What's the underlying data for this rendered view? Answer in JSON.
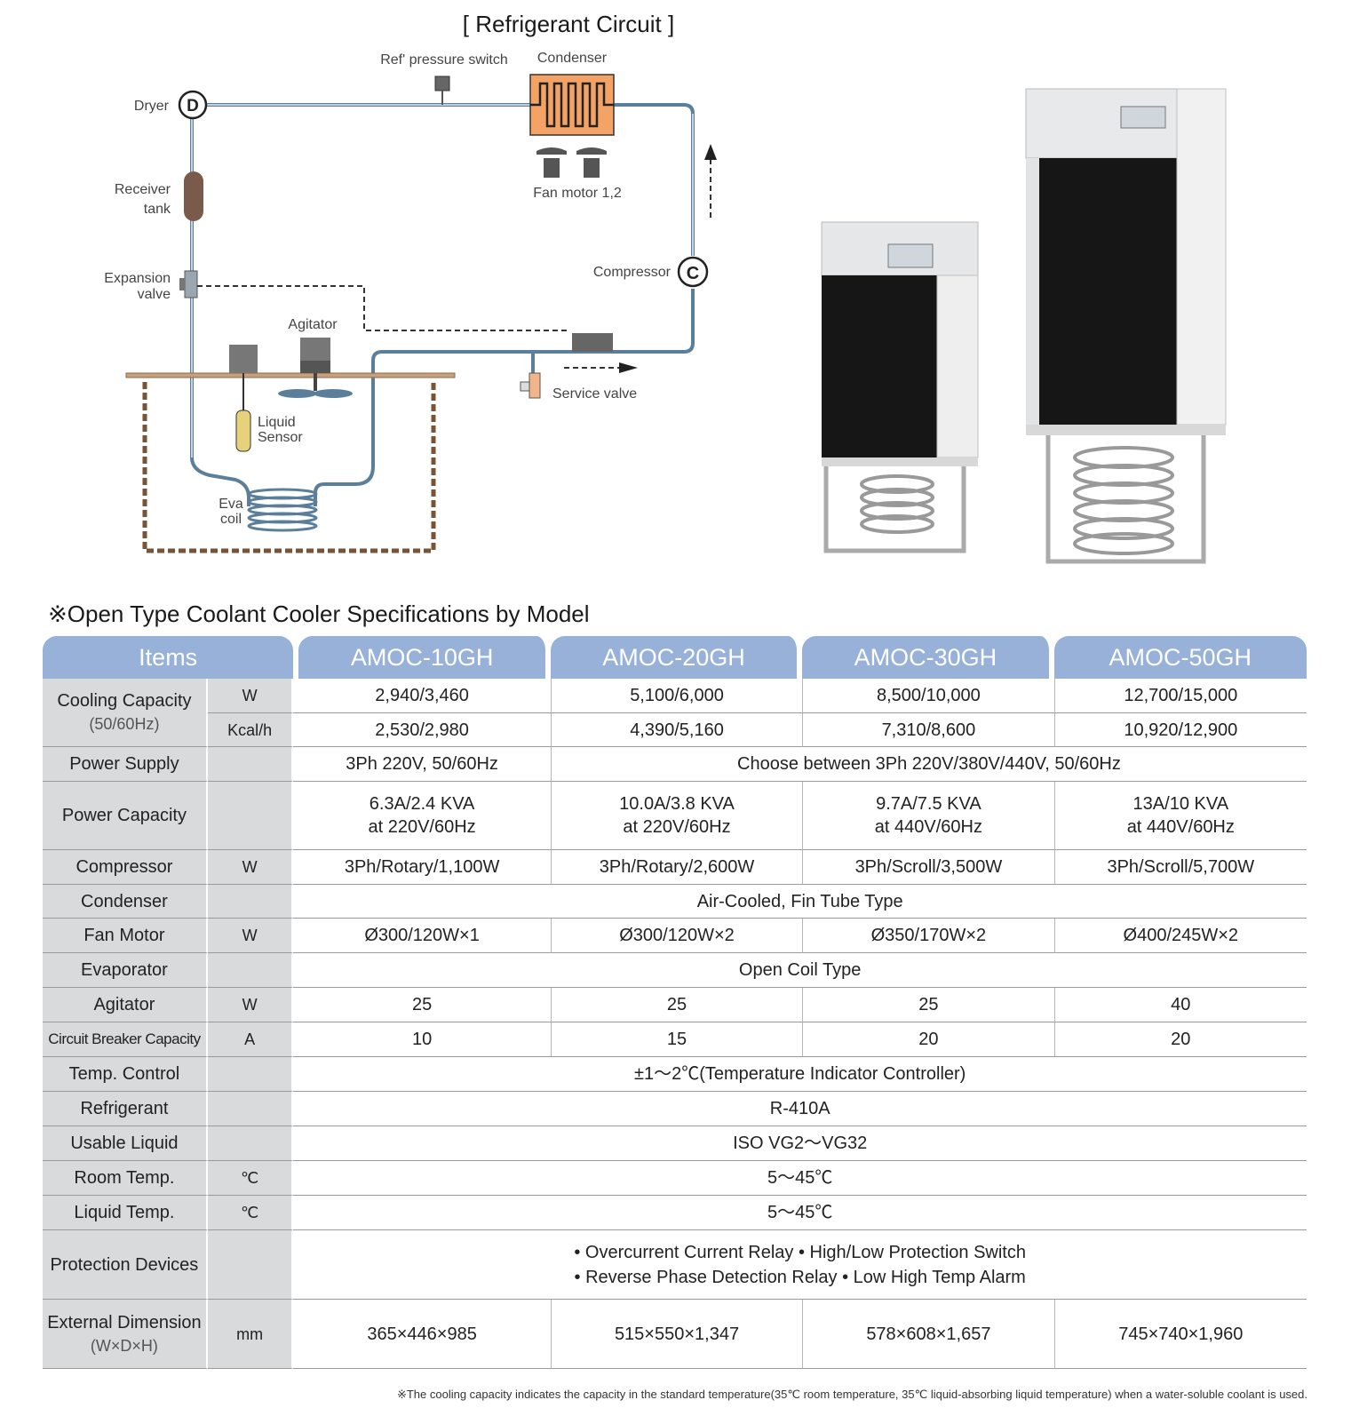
{
  "diagram": {
    "title": "[ Refrigerant Circuit ]",
    "labels": {
      "dryer": "Dryer",
      "dryer_symbol": "D",
      "receiver_1": "Receiver",
      "receiver_2": "tank",
      "expansion_1": "Expansion",
      "expansion_2": "valve",
      "pressure_switch": "Ref' pressure switch",
      "condenser": "Condenser",
      "fan_motor": "Fan motor 1,2",
      "compressor": "Compressor",
      "compressor_symbol": "C",
      "agitator": "Agitator",
      "liquid_sensor_1": "Liquid",
      "liquid_sensor_2": "Sensor",
      "service_valve": "Service valve",
      "eva_coil_1": "Eva",
      "eva_coil_2": "coil"
    },
    "colors": {
      "pipe": "#5b7f9a",
      "condenser": "#f4a365",
      "receiver": "#7a5a4a",
      "sensor": "#e6d27a"
    }
  },
  "spec": {
    "title": "※Open Type Coolant Cooler Specifications by Model",
    "headers": {
      "items": "Items",
      "m1": "AMOC-10GH",
      "m2": "AMOC-20GH",
      "m3": "AMOC-30GH",
      "m4": "AMOC-50GH"
    },
    "cooling": {
      "label": "Cooling Capacity",
      "sub": "(50/60Hz)",
      "unit_w": "W",
      "unit_kcal": "Kcal/h",
      "w": [
        "2,940/3,460",
        "5,100/6,000",
        "8,500/10,000",
        "12,700/15,000"
      ],
      "kcal": [
        "2,530/2,980",
        "4,390/5,160",
        "7,310/8,600",
        "10,920/12,900"
      ]
    },
    "power_supply": {
      "label": "Power Supply",
      "v1": "3Ph 220V, 50/60Hz",
      "v234": "Choose between 3Ph 220V/380V/440V, 50/60Hz"
    },
    "power_capacity": {
      "label": "Power Capacity",
      "a": [
        "6.3A/2.4 KVA",
        "10.0A/3.8 KVA",
        "9.7A/7.5 KVA",
        "13A/10 KVA"
      ],
      "b": [
        "at 220V/60Hz",
        "at 220V/60Hz",
        "at 440V/60Hz",
        "at 440V/60Hz"
      ]
    },
    "compressor": {
      "label": "Compressor",
      "unit": "W",
      "v": [
        "3Ph/Rotary/1,100W",
        "3Ph/Rotary/2,600W",
        "3Ph/Scroll/3,500W",
        "3Ph/Scroll/5,700W"
      ]
    },
    "condenser": {
      "label": "Condenser",
      "v": "Air-Cooled, Fin Tube Type"
    },
    "fan_motor": {
      "label": "Fan Motor",
      "unit": "W",
      "v": [
        "Ø300/120W×1",
        "Ø300/120W×2",
        "Ø350/170W×2",
        "Ø400/245W×2"
      ]
    },
    "evaporator": {
      "label": "Evaporator",
      "v": "Open Coil Type"
    },
    "agitator": {
      "label": "Agitator",
      "unit": "W",
      "v": [
        "25",
        "25",
        "25",
        "40"
      ]
    },
    "breaker": {
      "label": "Circuit Breaker Capacity",
      "unit": "A",
      "v": [
        "10",
        "15",
        "20",
        "20"
      ]
    },
    "temp_control": {
      "label": "Temp. Control",
      "v": "±1～2℃(Temperature Indicator Controller)"
    },
    "refrigerant": {
      "label": "Refrigerant",
      "v": "R-410A"
    },
    "usable_liquid": {
      "label": "Usable Liquid",
      "v": "ISO VG2～VG32"
    },
    "room_temp": {
      "label": "Room Temp.",
      "unit": "℃",
      "v": "5～45℃"
    },
    "liquid_temp": {
      "label": "Liquid Temp.",
      "unit": "℃",
      "v": "5～45℃"
    },
    "protection": {
      "label": "Protection Devices",
      "line1": "• Overcurrent Current Relay  • High/Low Protection Switch",
      "line2": "• Reverse Phase Detection Relay  • Low High Temp Alarm"
    },
    "dimension": {
      "label": "External Dimension",
      "sub": "(W×D×H)",
      "unit": "mm",
      "v": [
        "365×446×985",
        "515×550×1,347",
        "578×608×1,657",
        "745×740×1,960"
      ]
    }
  },
  "footnote": "※The cooling capacity indicates the capacity in the standard temperature(35℃ room temperature, 35℃ liquid-absorbing liquid temperature) when a water-soluble coolant is used."
}
